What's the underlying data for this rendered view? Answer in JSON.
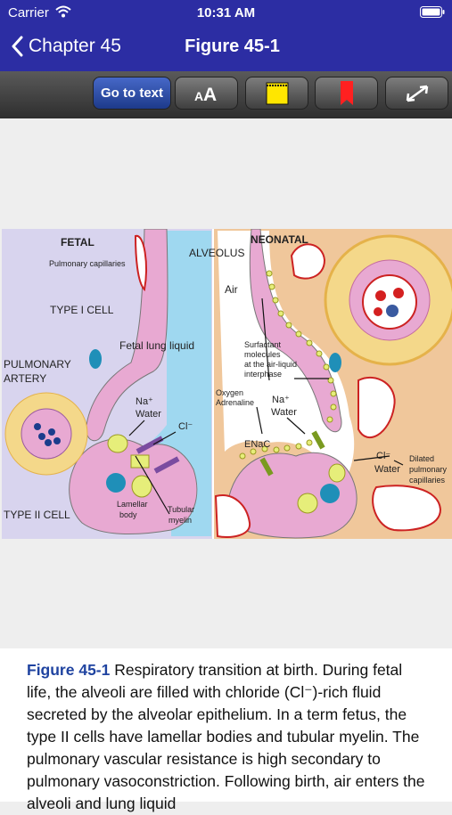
{
  "status": {
    "carrier": "Carrier",
    "time": "10:31 AM"
  },
  "nav": {
    "back_label": "Chapter 45",
    "title": "Figure 45-1"
  },
  "toolbar": {
    "goto_label": "Go to text",
    "font_label": "AA"
  },
  "figure": {
    "fetal": "FETAL",
    "neonatal": "NEONATAL",
    "alveolus": "ALVEOLUS",
    "pulm_capillaries": "Pulmonary capillaries",
    "type1": "TYPE I CELL",
    "fetal_liquid": "Fetal lung liquid",
    "pulm_artery_1": "PULMONARY",
    "pulm_artery_2": "ARTERY",
    "na_left": "Na⁺",
    "water_left": "Water",
    "cl_left": "Cl⁻",
    "lamellar_1": "Lamellar",
    "lamellar_2": "body",
    "tubular_1": "Tubular",
    "tubular_2": "myelin",
    "type2": "TYPE II CELL",
    "air": "Air",
    "surf_1": "Surfactant",
    "surf_2": "molecules",
    "surf_3": "at the air-liquid",
    "surf_4": "interphase",
    "oxygen_1": "Oxygen",
    "oxygen_2": "Adrenaline",
    "na_right": "Na⁺",
    "water_right": "Water",
    "enac": "ENaC",
    "cl_right": "Cl⁻",
    "water_right2": "Water",
    "dilated_1": "Dilated",
    "dilated_2": "pulmonary",
    "dilated_3": "capillaries"
  },
  "caption": {
    "label": "Figure 45-1",
    "text": " Respiratory transition at birth. During fetal life, the alveoli are filled with chloride (Cl⁻)-rich fluid secreted by the alveolar epithelium. In a term fetus, the type II cells have lamellar bodies and tubular myelin. The pulmonary vascular resistance is high secondary to pulmonary vasoconstriction. Following birth, air enters the alveoli and lung liquid"
  },
  "colors": {
    "nav": "#2c2da3",
    "fetal_bg": "#d8d4ee",
    "neonatal_bg": "#f0c79b",
    "liquid": "#9fd8f0",
    "cell": "#e8a9d2"
  }
}
